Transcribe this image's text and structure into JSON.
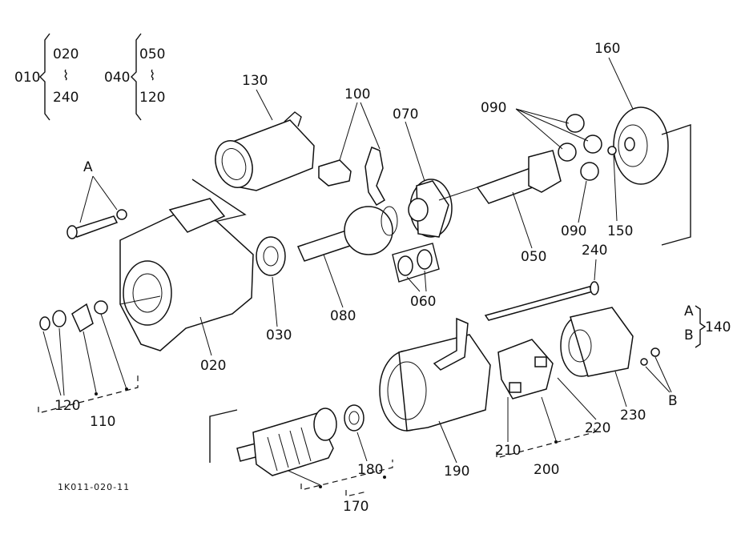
{
  "labels": {
    "l010": "010",
    "l020_ref": "020",
    "l240_ref": "240",
    "range_a": "⌇",
    "l040": "040",
    "l050_ref": "050",
    "l120_ref": "120",
    "range_b": "⌇",
    "l130": "130",
    "l100": "100",
    "l070": "070",
    "l090_top": "090",
    "l160": "160",
    "lA_top": "A",
    "l150": "150",
    "l090_bottom": "090",
    "l050": "050",
    "l240": "240",
    "l060": "060",
    "l080": "080",
    "l030": "030",
    "l020": "020",
    "l120": "120",
    "l110": "110",
    "lA_legend": "A",
    "lB_legend": "B",
    "l140": "140",
    "l220": "220",
    "l230": "230",
    "lB": "B",
    "l210": "210",
    "l200": "200",
    "l190": "190",
    "l180": "180",
    "l170": "170"
  },
  "drawing_code": "1K011-020-11"
}
